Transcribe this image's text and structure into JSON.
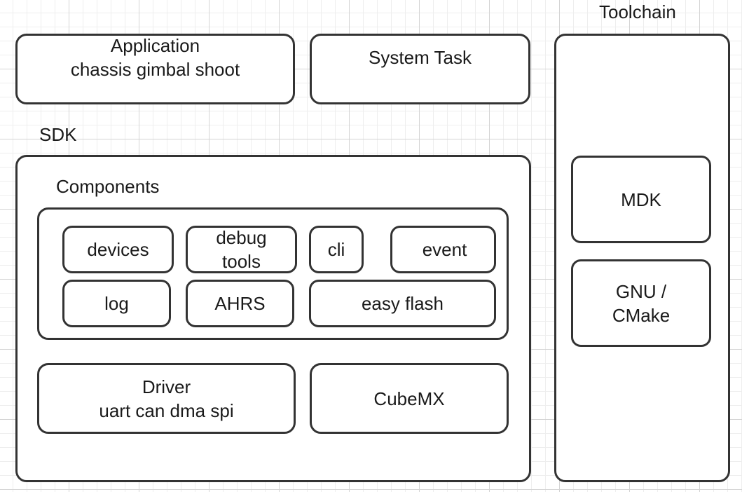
{
  "application": {
    "line1": "Application",
    "line2": "chassis gimbal shoot"
  },
  "system_task": {
    "label": "System Task"
  },
  "sdk": {
    "label": "SDK"
  },
  "components": {
    "label": "Components",
    "devices": "devices",
    "debug_tools": {
      "line1": "debug",
      "line2": "tools"
    },
    "cli": "cli",
    "event": "event",
    "log": "log",
    "ahrs": "AHRS",
    "easy_flash": "easy flash"
  },
  "driver": {
    "line1": "Driver",
    "line2": "uart can dma spi"
  },
  "cubemx": {
    "label": "CubeMX"
  },
  "toolchain": {
    "label": "Toolchain",
    "mdk": "MDK",
    "gnu": {
      "line1": "GNU /",
      "line2": "CMake"
    }
  },
  "colors": {
    "stroke": "#333333",
    "text": "#1a1a1a",
    "grid": "#d4d4d4"
  }
}
